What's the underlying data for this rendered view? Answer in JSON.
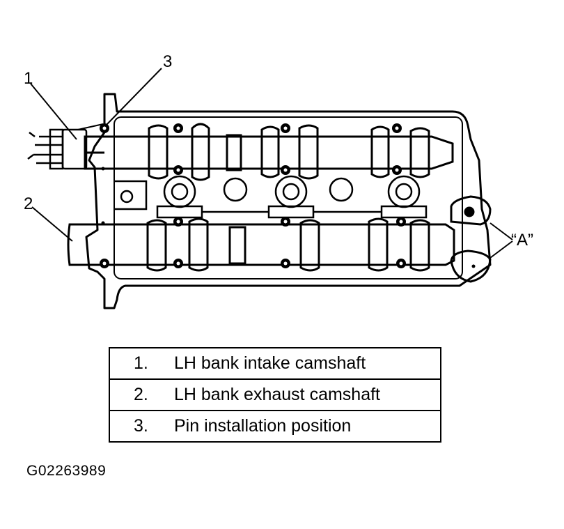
{
  "callouts": {
    "one": "1",
    "two": "2",
    "three": "3",
    "a": "“A”"
  },
  "legend": [
    {
      "number": "1.",
      "text": "LH bank intake camshaft"
    },
    {
      "number": "2.",
      "text": "LH bank exhaust camshaft"
    },
    {
      "number": "3.",
      "text": "Pin installation position"
    }
  ],
  "figure_id": "G02263989"
}
